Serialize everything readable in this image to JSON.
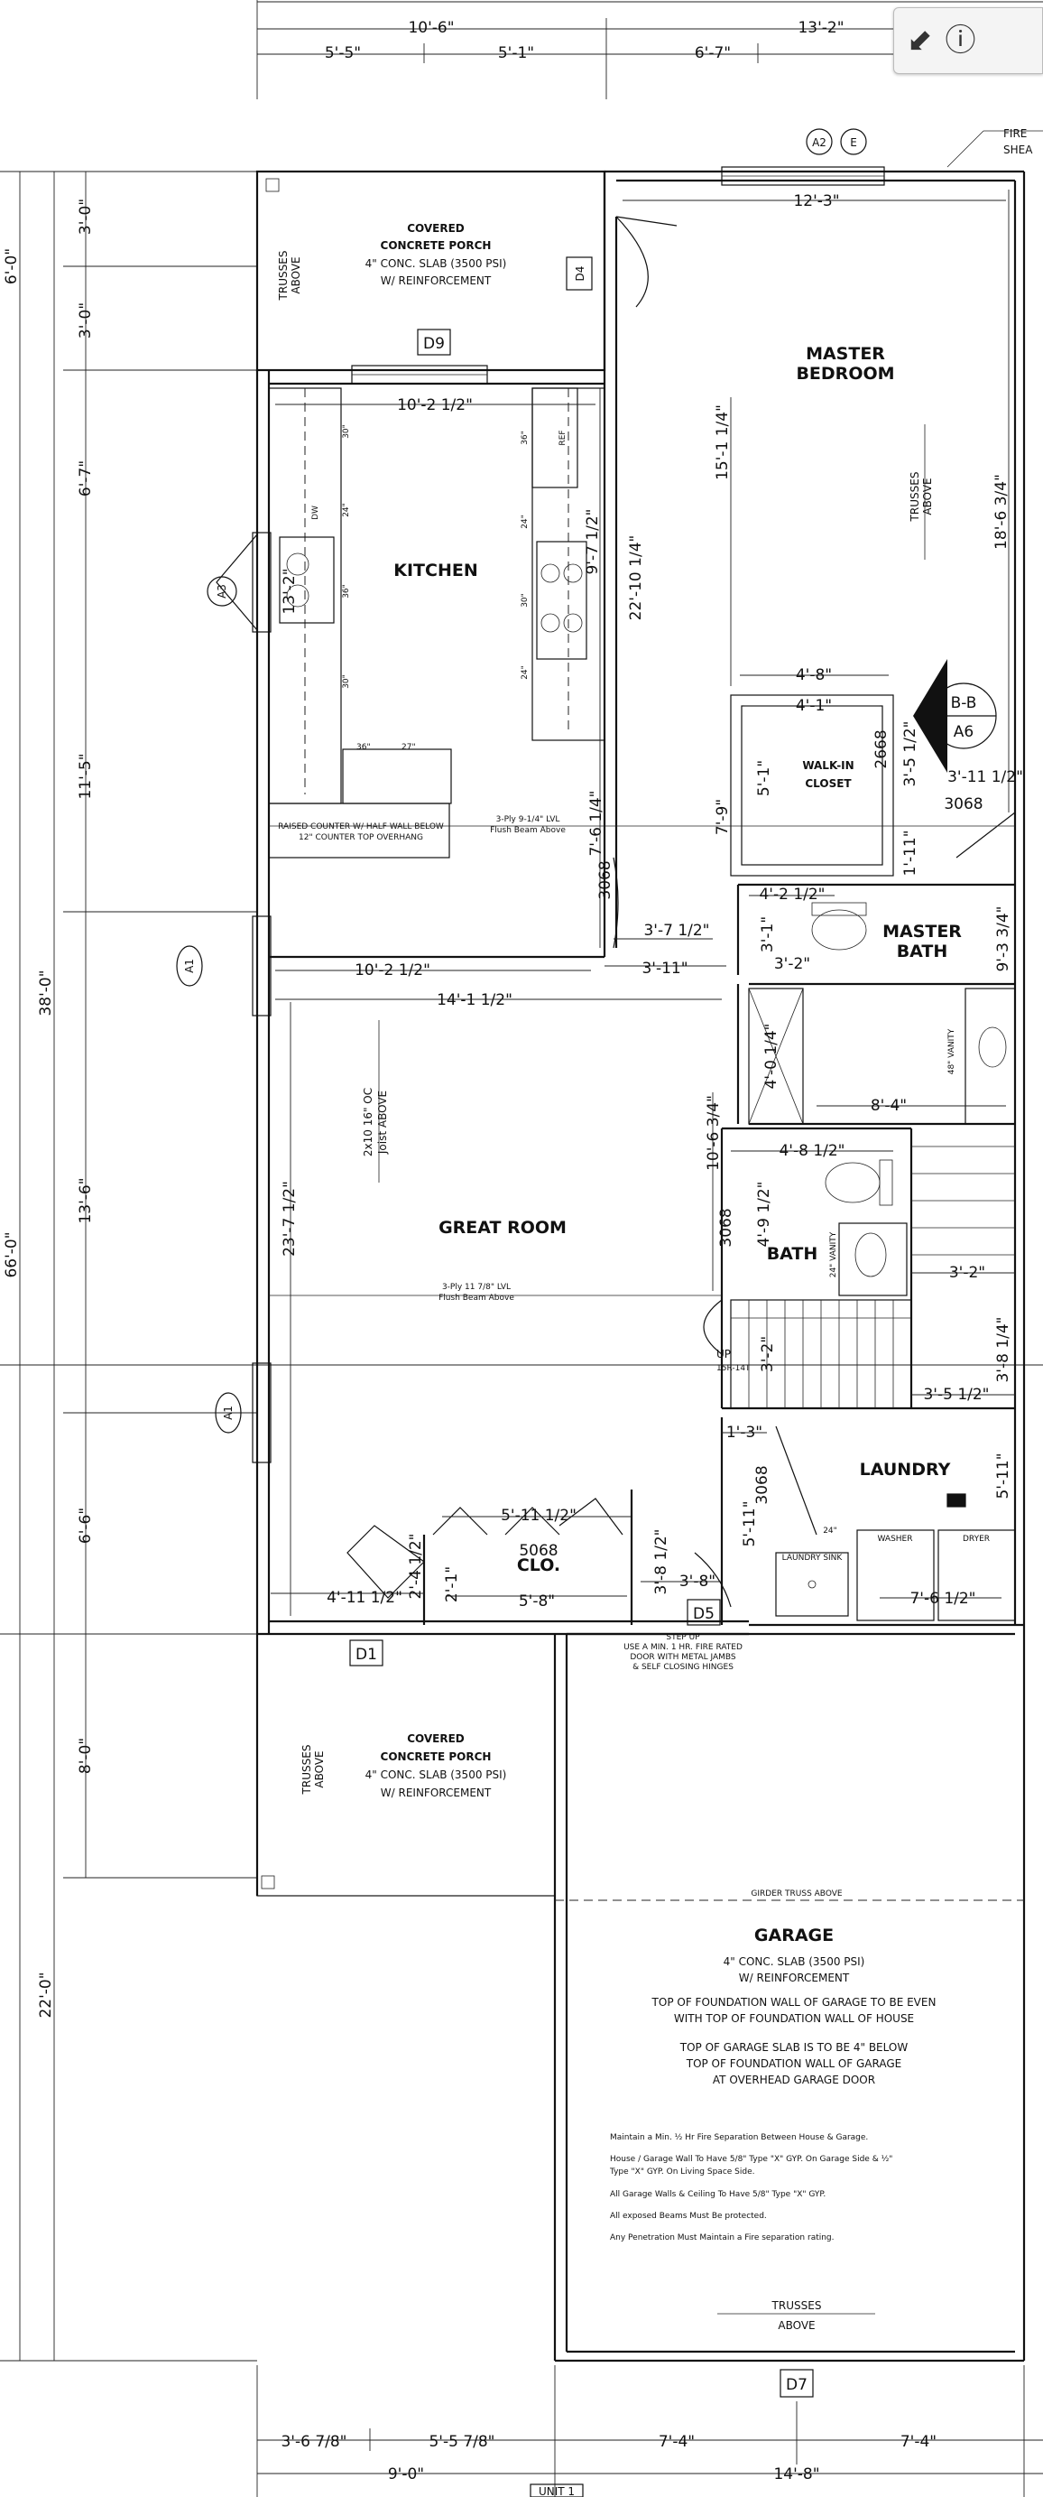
{
  "top_dims": {
    "row1_left": "10'-6\"",
    "row1_right": "13'-2\"",
    "row2": [
      "5'-5\"",
      "5'-1\"",
      "6'-7\""
    ]
  },
  "left_dims": {
    "total": "66'-0\"",
    "sections": [
      "38'-0\"",
      "6'-6\"",
      "8'-0\"",
      "22'-0\""
    ],
    "upper": [
      "6'-0\"",
      "6'-7\"",
      "11'-5\"",
      "13'-6\""
    ],
    "porch": [
      "3'-0\"",
      "3'-0\""
    ]
  },
  "bottom_dims": {
    "upper": [
      "3'-6 7/8\"",
      "5'-5 7/8\"",
      "7'-4\"",
      "7'-4\""
    ],
    "lower": [
      "9'-0\"",
      "14'-8\""
    ],
    "unit": "UNIT 1"
  },
  "tags": {
    "a2": "A2",
    "e": "E",
    "a3": "A3",
    "a1_top": "A1",
    "a1_bottom": "A1",
    "bb": "B-B",
    "a6": "A6",
    "d4": "D4",
    "d9": "D9",
    "d1": "D1",
    "d5": "D5",
    "d7": "D7",
    "fire": "FIRE",
    "shea": "SHEA"
  },
  "rooms": {
    "porch_top": [
      "COVERED",
      "CONCRETE PORCH",
      "4\" CONC. SLAB (3500 PSI)",
      "W/ REINFORCEMENT"
    ],
    "porch_bottom": [
      "COVERED",
      "CONCRETE PORCH",
      "4\" CONC. SLAB (3500 PSI)",
      "W/ REINFORCEMENT"
    ],
    "trusses_above": [
      "TRUSSES",
      "ABOVE"
    ],
    "kitchen": "KITCHEN",
    "master_bedroom": [
      "MASTER",
      "BEDROOM"
    ],
    "walk_in": [
      "WALK-IN",
      "CLOSET"
    ],
    "master_bath": [
      "MASTER",
      "BATH"
    ],
    "great_room": "GREAT ROOM",
    "bath": "BATH",
    "laundry": "LAUNDRY",
    "clo": "CLO.",
    "garage": "GARAGE",
    "garage_notes": [
      "4\" CONC. SLAB (3500 PSI)",
      "W/ REINFORCEMENT",
      "TOP OF FOUNDATION WALL OF GARAGE TO BE EVEN",
      "WITH TOP OF FOUNDATION WALL OF HOUSE",
      "TOP OF GARAGE SLAB IS TO BE 4\" BELOW",
      "TOP OF FOUNDATION WALL OF GARAGE",
      "AT OVERHEAD GARAGE DOOR"
    ],
    "fire_notes": [
      "Maintain a Min. ½ Hr Fire Separation Between House & Garage.",
      "House / Garage Wall To Have 5/8\" Type \"X\" GYP. On Garage Side & ½\"",
      "Type \"X\" GYP. On Living Space Side.",
      "All Garage Walls & Ceiling To Have 5/8\" Type \"X\" GYP.",
      "All exposed Beams Must Be protected.",
      "Any Penetration Must Maintain a Fire separation rating."
    ],
    "girder": "GIRDER TRUSS ABOVE",
    "step_note": [
      "STEP UP",
      "USE A MIN. 1 HR. FIRE RATED",
      "DOOR WITH METAL JAMBS",
      "& SELF CLOSING HINGES"
    ]
  },
  "annotations": {
    "lvl_kitchen": [
      "3-Ply 9-1/4\" LVL",
      "Flush Beam Above"
    ],
    "lvl_great": [
      "3-Ply 11 7/8\" LVL",
      "Flush Beam Above"
    ],
    "raised_counter": [
      "RAISED COUNTER W/ HALF WALL BELOW",
      "12\" COUNTER TOP OVERHANG"
    ],
    "joist": [
      "2x10 16\" OC",
      "Joist ABOVE"
    ],
    "door_3068": "3068",
    "door_2668": "2668",
    "door_5068": "5068",
    "up": "UP",
    "stairs": "15R-14T",
    "dw": "DW",
    "ref": "REF",
    "vanity48": "48\" VANITY",
    "vanity24": "24\" VANITY",
    "washer": "WASHER",
    "dryer": "DRYER",
    "laundry_sink": "LAUNDRY SINK",
    "cab": [
      "30\"",
      "24\"",
      "36\"",
      "30\"",
      "36\"",
      "27\"",
      "36\"",
      "24\"",
      "30\"",
      "24\""
    ]
  },
  "interior_dims": {
    "mb_width": "12'-3\"",
    "k_width": "10'-2 1/2\"",
    "k_height": "22'-10 1/4\"",
    "k_range": "9'-7 1/2\"",
    "k_sink": "13'-2\"",
    "mb_15": "15'-1 1/4\"",
    "mb_18": "18'-6 3/4\"",
    "wic_48": "4'-8\"",
    "wic_41": "4'-1\"",
    "wic_51": "5'-1\"",
    "wic_79": "7'-9\"",
    "wic_35": "3'-5 1/2\"",
    "wic_111": "1'-11\"",
    "mb_311": "3'-11 1/2\"",
    "k_764": "7'-6 1/4\"",
    "k_372": "3'-7 1/2\"",
    "k_311": "3'-11\"",
    "wc_42": "4'-2 1/2\"",
    "wc_31": "3'-1\"",
    "wc_32": "3'-2\"",
    "mbath_93": "9'-3 3/4\"",
    "gr_102": "10'-2 1/2\"",
    "gr_141": "14'-1 1/2\"",
    "gr_237": "23'-7 1/2\"",
    "shower_40": "4'-0 1/4\"",
    "mbath_84": "8'-4\"",
    "bath_106": "10'-6 3/4\"",
    "bath_48": "4'-8 1/2\"",
    "bath_49": "4'-9 1/2\"",
    "stair_32": "3'-2\"",
    "stair_38": "3'-8 1/4\"",
    "stair_35": "3'-5 1/2\"",
    "stair_12": "3'-2\"",
    "l_13": "1'-3\"",
    "l_511": "5'-11\"",
    "l_511r": "5'-11\"",
    "l_762": "7'-6 1/2\"",
    "clo_511": "5'-11 1/2\"",
    "clo_58": "5'-8\"",
    "clo_38": "3'-8 1/2\"",
    "clo_38b": "3'-8\"",
    "d1_411": "4'-11 1/2\"",
    "d1_2": "2'-4 1/2\"",
    "clo_21": "2'-1\""
  }
}
